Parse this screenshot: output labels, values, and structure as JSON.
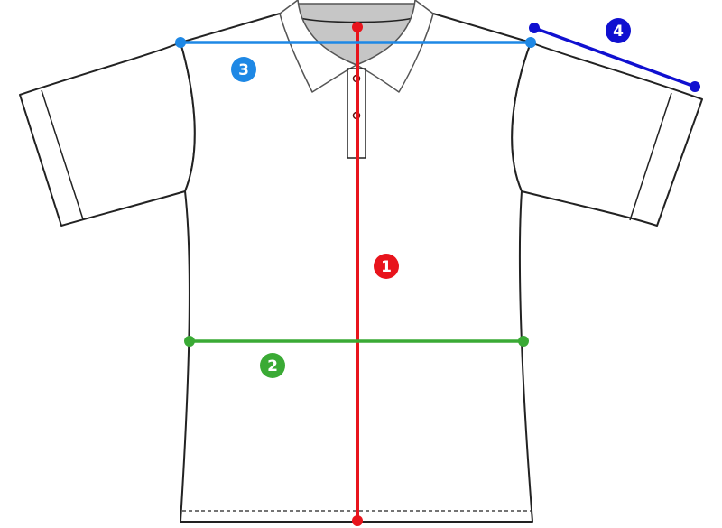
{
  "measurements": [
    {
      "id": "1",
      "color": "#e8141c",
      "label": "1"
    },
    {
      "id": "2",
      "color": "#3aaa35",
      "label": "2"
    },
    {
      "id": "3",
      "color": "#1e88e5",
      "label": "3"
    },
    {
      "id": "4",
      "color": "#1010d0",
      "label": "4"
    }
  ],
  "icons": {
    "garment": "polo-shirt-icon"
  }
}
